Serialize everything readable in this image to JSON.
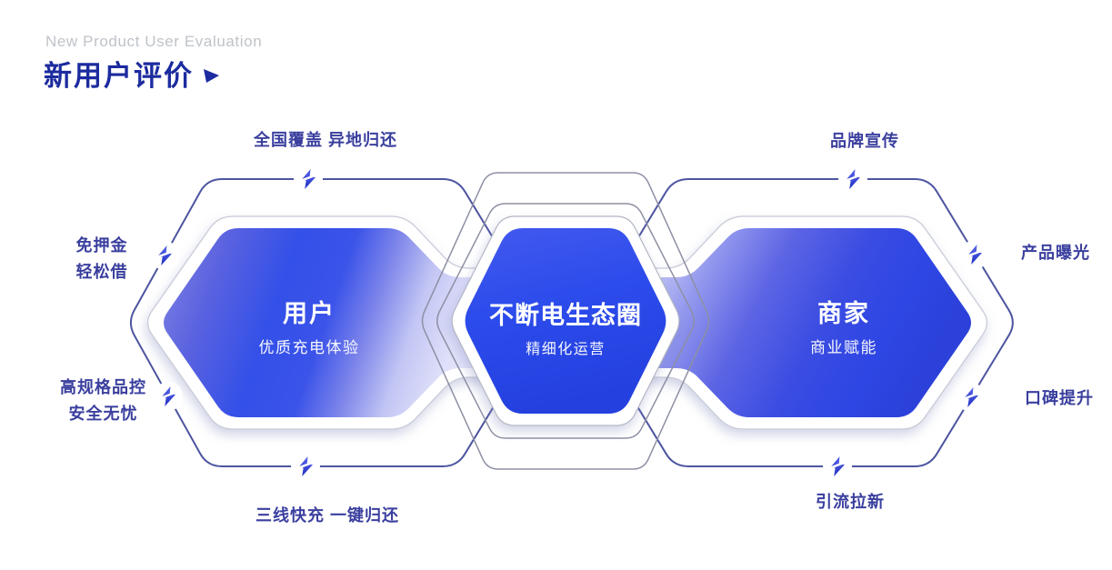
{
  "header": {
    "subtitle_en": "New Product User Evaluation",
    "title": "新用户评价"
  },
  "hexagons": {
    "left": {
      "title": "用户",
      "subtitle": "优质充电体验"
    },
    "center": {
      "title": "不断电生态圈",
      "subtitle": "精细化运营"
    },
    "right": {
      "title": "商家",
      "subtitle": "商业赋能"
    }
  },
  "labels": {
    "top_left": "全国覆盖 异地归还",
    "left_upper": {
      "line1": "免押金",
      "line2": "轻松借"
    },
    "left_lower": {
      "line1": "高规格品控",
      "line2": "安全无忧"
    },
    "bottom_left": "三线快充 一键归还",
    "top_right": "品牌宣传",
    "right_upper": "产品曝光",
    "right_lower": "口碑提升",
    "bottom_right": "引流拉新"
  },
  "icons": {
    "bolt": "lightning-bolt",
    "title_arrow": "title-arrow"
  },
  "colors": {
    "accent_blue": "#2c49e8",
    "title_blue": "#1c2b9f",
    "label_indigo": "#3a3f9e",
    "subtitle_gray": "#bfc3c9",
    "outline_indigo": "#4d55a0",
    "ring_gray": "#8d90a3"
  }
}
